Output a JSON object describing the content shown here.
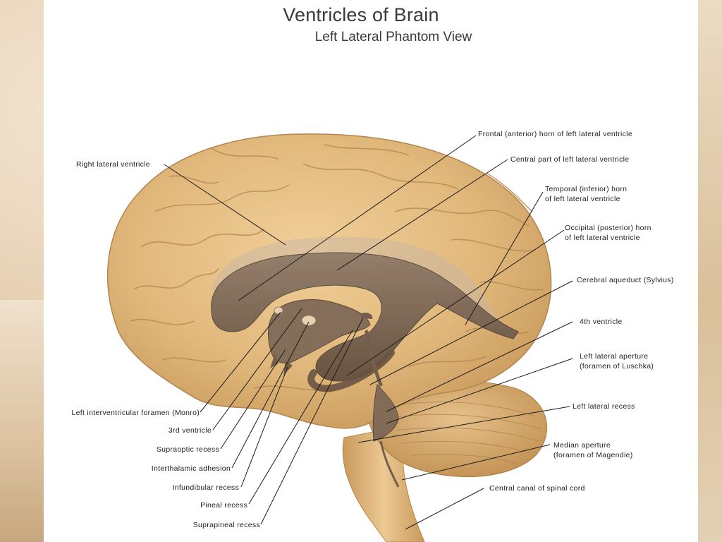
{
  "title": "Ventricles of Brain",
  "subtitle": "Left Lateral Phantom View",
  "labels": {
    "right_lateral_ventricle": "Right lateral ventricle",
    "frontal_horn": "Frontal (anterior) horn of left lateral ventricle",
    "central_part": "Central part of left lateral ventricle",
    "temporal_horn_1": "Temporal (inferior) horn",
    "temporal_horn_2": "of left lateral ventricle",
    "occipital_horn_1": "Occipital (posterior) horn",
    "occipital_horn_2": "of left lateral ventricle",
    "cerebral_aqueduct": "Cerebral aqueduct (Sylvius)",
    "fourth_ventricle": "4th ventricle",
    "left_lateral_aperture_1": "Left lateral aperture",
    "left_lateral_aperture_2": "(foramen of Luschka)",
    "left_lateral_recess": "Left lateral recess",
    "median_aperture_1": "Median aperture",
    "median_aperture_2": "(foramen of Magendie)",
    "central_canal": "Central canal of spinal cord",
    "left_interventricular_foramen": "Left interventricular foramen (Monro)",
    "third_ventricle": "3rd ventricle",
    "supraoptic_recess": "Supraoptic recess",
    "interthalamic_adhesion": "Interthalamic adhesion",
    "infundibular_recess": "Infundibular recess",
    "pineal_recess": "Pineal recess",
    "suprapineal_recess": "Suprapineal recess"
  },
  "colors": {
    "brain": "#e3bd84",
    "brain_shadow": "#c99a5c",
    "sulci": "#b8874c",
    "ventricle": "#6e5a4a",
    "ventricle_light": "#8a7565",
    "cerebellum": "#d7b07a",
    "brainstem": "#e0b982"
  }
}
